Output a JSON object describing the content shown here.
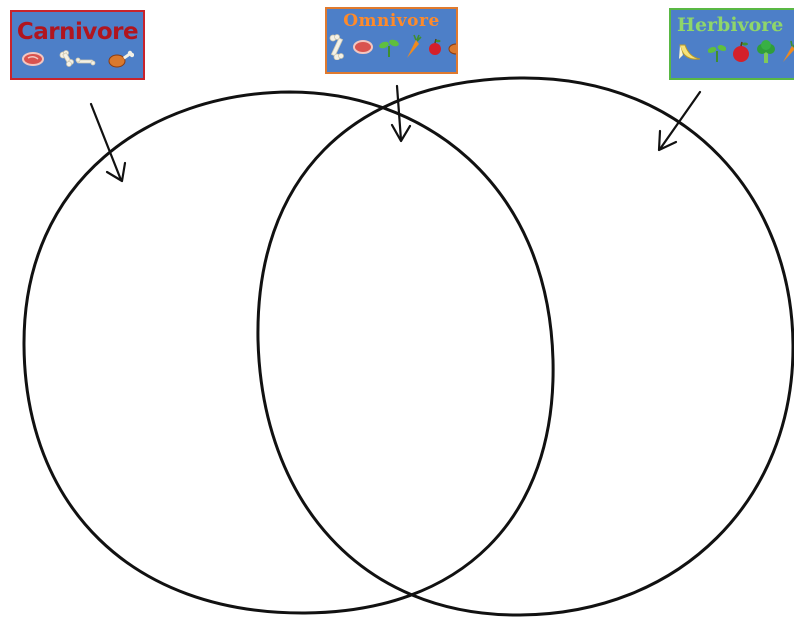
{
  "labels": {
    "carnivore": {
      "title": "Carnivore",
      "colors": {
        "box": "#4d7fc8",
        "border": "#c8232c",
        "text": "#b0151f"
      },
      "icons": [
        "steak-icon",
        "bone-icon",
        "drumstick-icon"
      ]
    },
    "omnivore": {
      "title": "Omnivore",
      "colors": {
        "box": "#4d7fc8",
        "border": "#e07a2e",
        "text": "#ff8a2a"
      },
      "icons": [
        "bone-icon",
        "steak-icon",
        "sprout-icon",
        "carrot-icon",
        "apple-icon",
        "drumstick-icon"
      ]
    },
    "herbivore": {
      "title": "Herbivore",
      "colors": {
        "box": "#4d7fc8",
        "border": "#59b844",
        "text": "#8fd66a"
      },
      "icons": [
        "banana-icon",
        "sprout-icon",
        "apple-icon",
        "broccoli-icon",
        "carrot-icon"
      ]
    }
  },
  "diagram": {
    "type": "venn",
    "sets": [
      "Carnivore",
      "Herbivore"
    ],
    "overlap": "Omnivore",
    "stroke_color": "#111111"
  }
}
